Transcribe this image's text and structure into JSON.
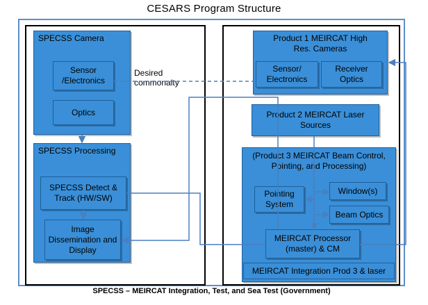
{
  "title": "CESARS Program Structure",
  "left": {
    "camera_title": "SPECSS Camera",
    "sensor": "Sensor /Electronics",
    "optics": "Optics",
    "processing_title": "SPECSS Processing",
    "detect": "SPECSS Detect & Track (HW/SW)",
    "image": "Image Dissemination and Display"
  },
  "annotation": "Desired commonalty",
  "right": {
    "product1": "Product 1 MEIRCAT High Res. Cameras",
    "sensor": "Sensor/ Electronics",
    "receiver": "Receiver Optics",
    "product2": "Product 2 MEIRCAT Laser Sources",
    "product3": "(Product 3 MEIRCAT Beam Control, Pointing, and Processing)",
    "pointing": "Pointing System",
    "window": "Window(s)",
    "beam": "Beam Optics",
    "processor": "MEIRCAT Processor (master) & CM",
    "integration": "MEIRCAT Integration Prod 3 & laser"
  },
  "footer": "SPECSS – MEIRCAT Integration, Test, and Sea Test (Government)",
  "colors": {
    "box_fill": "#3a8fd8",
    "line": "#4a7fc0",
    "frame": "#5b8ec8"
  }
}
